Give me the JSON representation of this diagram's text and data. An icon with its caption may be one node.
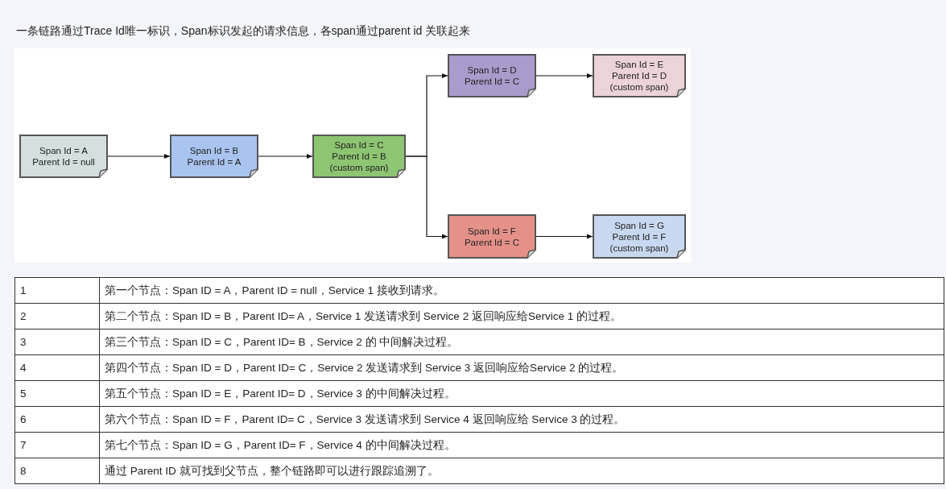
{
  "diagram": {
    "title": "一条链路通过Trace Id唯一标识，Span标识发起的请求信息，各span通过parent id 关联起来",
    "nodes": [
      {
        "text": [
          "Span Id = A",
          "Parent Id = null"
        ]
      },
      {
        "text": [
          "Span Id = B",
          "Parent Id = A"
        ]
      },
      {
        "text": [
          "Span Id = C",
          "Parent Id = B",
          "(custom span)"
        ]
      },
      {
        "text": [
          "Span Id = D",
          "Parent Id = C"
        ]
      },
      {
        "text": [
          "Span Id = E",
          "Parent Id = D",
          "(custom span)"
        ]
      },
      {
        "text": [
          "Span Id = F",
          "Parent Id = C"
        ]
      },
      {
        "text": [
          "Span Id = G",
          "Parent Id = F",
          "(custom span)"
        ]
      }
    ],
    "edges": [
      {
        "from": 0,
        "to": 1,
        "arrow": "to"
      },
      {
        "from": 1,
        "to": 2,
        "arrow": "to"
      },
      {
        "from": 2,
        "to": 3,
        "arrow": "to"
      },
      {
        "from": 2,
        "to": 5,
        "arrow": "to"
      },
      {
        "from": 3,
        "to": 4,
        "arrow": "to"
      },
      {
        "from": 5,
        "to": 6,
        "arrow": "to"
      }
    ],
    "labels": [
      "1",
      "第一个节点：Span ID = A，Parent ID = null，Service 1 接收到请求。",
      "2",
      "第二个节点：Span ID = B，Parent ID= A，Service 1 发送请求到 Service 2 返回响应给Service 1 的过程。",
      "3",
      "第三个节点：Span ID = C，Parent ID= B，Service 2 的 中间解决过程。",
      "4",
      "第四个节点：Span ID = D，Parent ID= C，Service 2 发送请求到 Service 3 返回响应给Service 2 的过程。",
      "5",
      "第五个节点：Span ID = E，Parent ID= D，Service 3 的中间解决过程。",
      "6",
      "第六个节点：Span ID = F，Parent ID= C，Service 3 发送请求到 Service 4 返回响应给 Service 3 的过程。",
      "7",
      "第七个节点：Span ID = G，Parent ID= F，Service 4 的中间解决过程。",
      "8",
      "通过 Parent ID 就可找到父节点，整个链路即可以进行跟踪追溯了。"
    ]
  }
}
